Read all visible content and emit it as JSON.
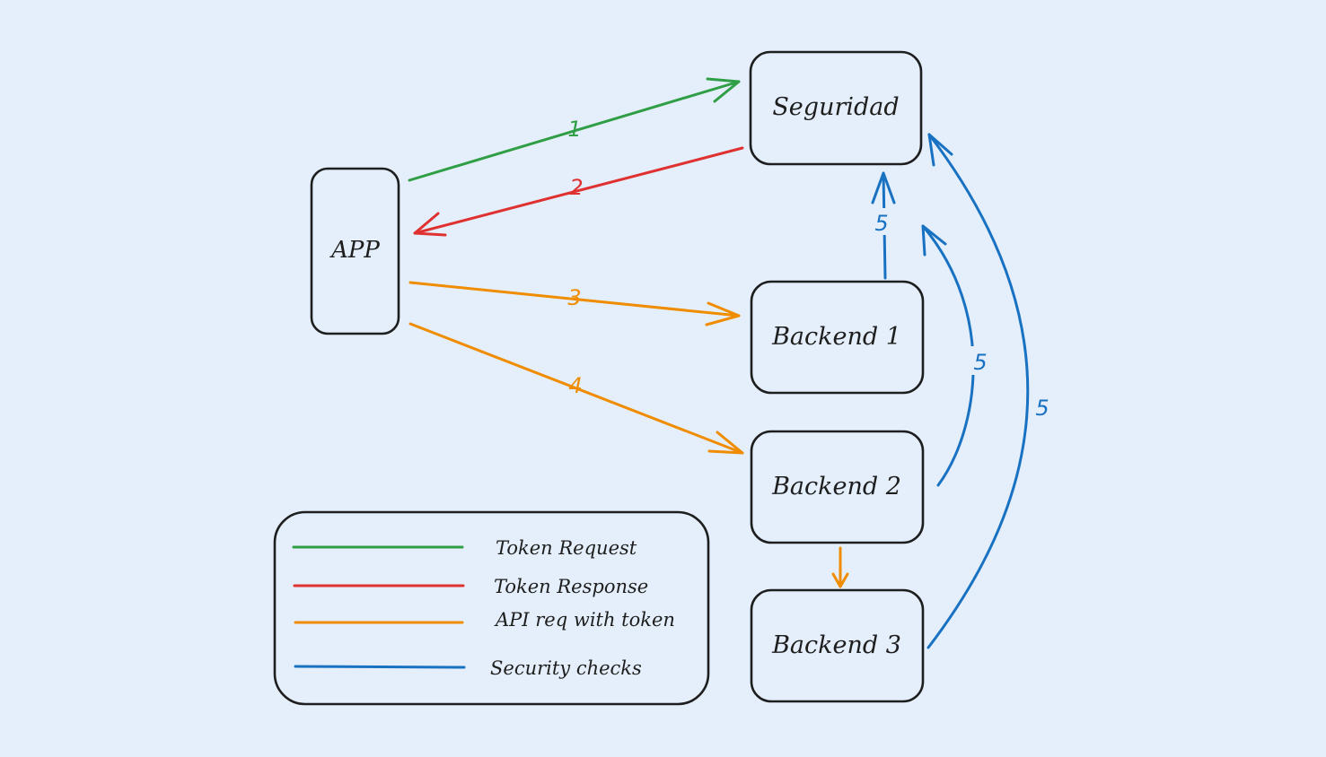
{
  "colors": {
    "background": "#e4effb",
    "ink": "#1e1e1e",
    "token_request": "#2f9e44",
    "token_response": "#e03131",
    "api_request": "#f08c00",
    "security_check": "#1971c2"
  },
  "nodes": {
    "app": "APP",
    "seguridad": "Seguridad",
    "backend1": "Backend 1",
    "backend2": "Backend 2",
    "backend3": "Backend 3"
  },
  "steps": {
    "step1": "1",
    "step2": "2",
    "step3": "3",
    "step4": "4",
    "step5a": "5",
    "step5b": "5",
    "step5c": "5"
  },
  "legend": {
    "token_request": "Token Request",
    "token_response": "Token Response",
    "api_request": "API req with token",
    "security_checks": "Security checks"
  }
}
